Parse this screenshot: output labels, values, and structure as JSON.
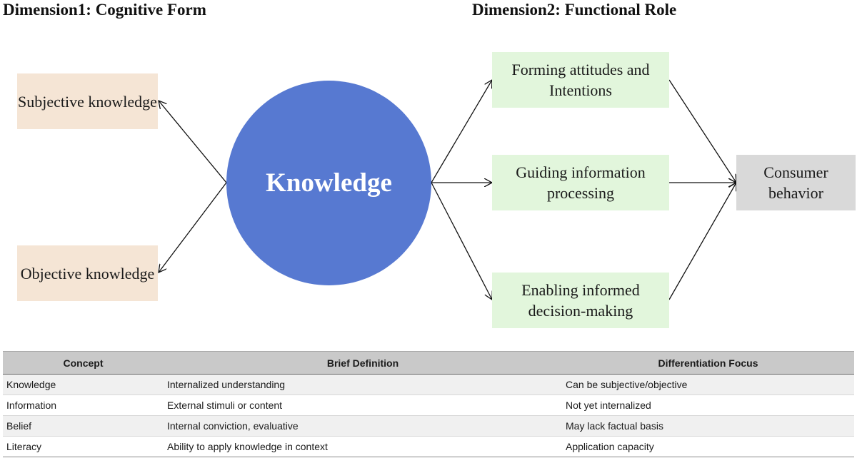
{
  "headings": {
    "dimension1": "Dimension1: Cognitive Form",
    "dimension2": "Dimension2: Functional Role"
  },
  "center": {
    "label": "Knowledge"
  },
  "cognitive_forms": [
    {
      "label": "Subjective knowledge"
    },
    {
      "label": "Objective knowledge"
    }
  ],
  "functional_roles": [
    {
      "label": "Forming attitudes and Intentions"
    },
    {
      "label": "Guiding information processing"
    },
    {
      "label": "Enabling informed decision-making"
    }
  ],
  "outcome": {
    "label": "Consumer behavior"
  },
  "colors": {
    "circle": "#5779d1",
    "cognitive_box": "#f5e5d5",
    "functional_box": "#e2f6dc",
    "outcome_box": "#d9d9d9"
  },
  "table": {
    "headers": [
      "Concept",
      "Brief Definition",
      "Differentiation Focus"
    ],
    "rows": [
      [
        "Knowledge",
        "Internalized understanding",
        "Can be subjective/objective"
      ],
      [
        "Information",
        "External stimuli or content",
        "Not yet internalized"
      ],
      [
        "Belief",
        "Internal conviction, evaluative",
        "May lack factual basis"
      ],
      [
        "Literacy",
        "Ability to apply knowledge in context",
        "Application capacity"
      ]
    ]
  }
}
